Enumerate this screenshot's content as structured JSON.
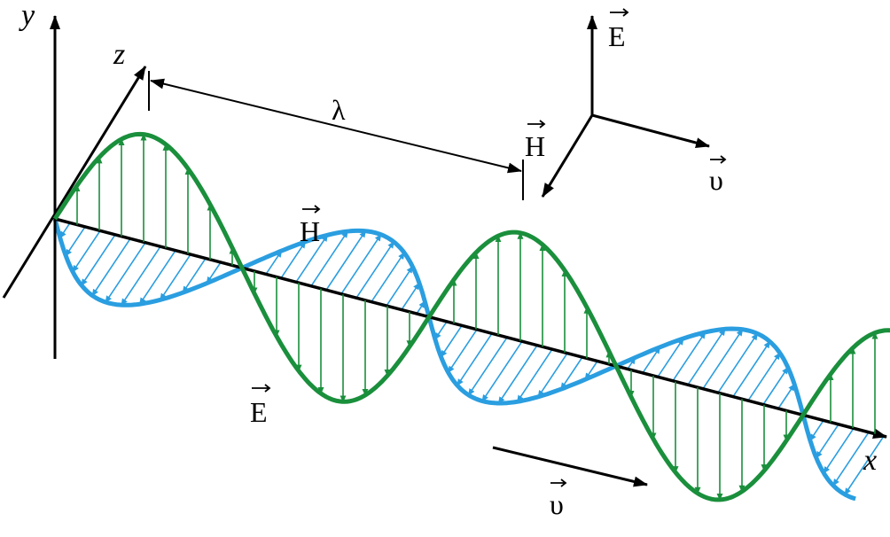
{
  "labels": {
    "y_axis": "y",
    "z_axis": "z",
    "x_axis": "x",
    "wavelength": "λ",
    "electric_field": "E",
    "magnetic_field": "H",
    "velocity": "υ"
  },
  "colors": {
    "electric_wave": "#1a8f3c",
    "magnetic_wave": "#2a9ee0",
    "axes": "#000000"
  }
}
